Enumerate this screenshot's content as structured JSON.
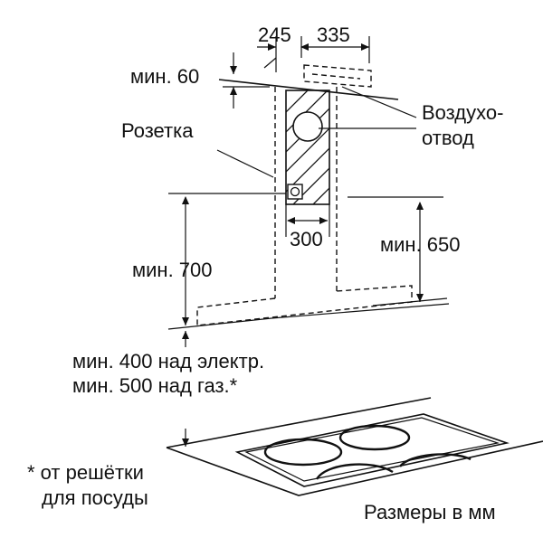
{
  "labels": {
    "dim_top_left": "245",
    "dim_top_right": "335",
    "min_60": "мин. 60",
    "air_outlet_line1": "Воздухо-",
    "air_outlet_line2": "отвод",
    "socket": "Розетка",
    "dim_300": "300",
    "min_650": "мин. 650",
    "min_700": "мин. 700",
    "min_400": "мин. 400 над электр.",
    "min_500": "мин. 500 над газ.*",
    "footnote_line1": "* от решётки",
    "footnote_line2": "для посуды",
    "units": "Размеры в мм"
  }
}
